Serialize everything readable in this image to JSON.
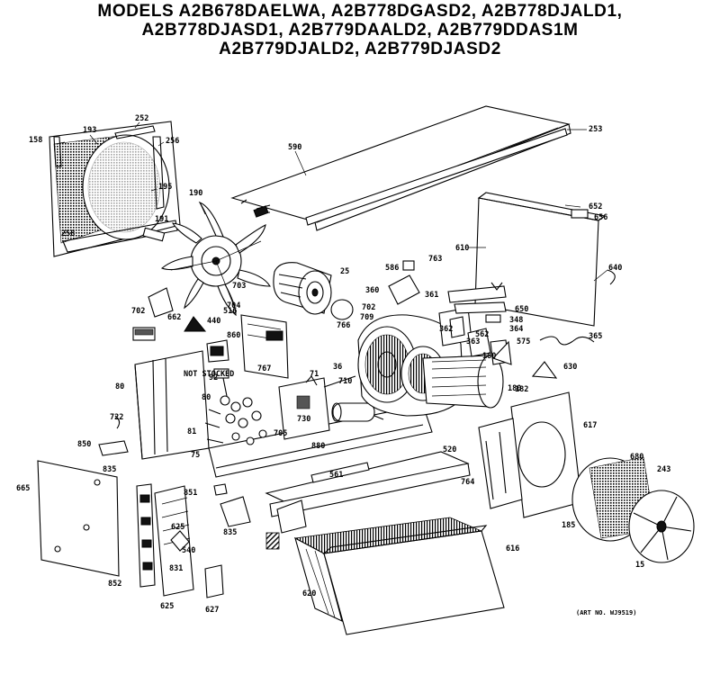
{
  "title": {
    "lines": [
      "MODELS A2B678DAELWA, A2B778DGASD2, A2B778DJALD1,",
      "A2B778DJASD1, A2B779DAALD2, A2B779DDAS1M",
      "A2B779DJALD2, A2B779DJASD2"
    ]
  },
  "callouts": {
    "c158": "158",
    "c193": "193",
    "c252": "252",
    "c256": "256",
    "c195": "195",
    "c258": "258",
    "c590": "590",
    "c253": "253",
    "c190": "190",
    "c191": "191",
    "c25": "25",
    "c652": "652",
    "c656": "656",
    "c610": "610",
    "c640": "640",
    "c702": "702",
    "c703": "703",
    "c704": "704",
    "c662": "662",
    "c440": "440",
    "c516": "516",
    "c860": "860",
    "c709": "709",
    "c586": "586",
    "c763": "763",
    "c360": "360",
    "c361": "361",
    "c650a": "650",
    "c348": "348",
    "c364": "364",
    "c575": "575",
    "c365": "365",
    "c562": "562",
    "c180": "180",
    "c630": "630",
    "c182": "182",
    "c617": "617",
    "c80": "80",
    "c81": "81",
    "c75": "75",
    "c880": "880",
    "c92": "92",
    "c767": "767",
    "c722": "722",
    "c835": "835",
    "c665": "665",
    "c850": "850",
    "c851": "851",
    "c625": "625",
    "c540": "540",
    "c831": "831",
    "c852": "852",
    "c627": "627",
    "c620": "620",
    "c616": "616",
    "c520": "520",
    "c561": "561",
    "c764": "764",
    "c185": "185",
    "c680": "680",
    "c243": "243",
    "c15": "15",
    "c71": "71",
    "c730": "730",
    "c710": "710",
    "c705": "705",
    "c766": "766",
    "c36": "36",
    "c362": "362",
    "c363": "363",
    "not_stocked": "NOT STOCKED"
  },
  "art_no": "(ART NO. WJ9519)"
}
